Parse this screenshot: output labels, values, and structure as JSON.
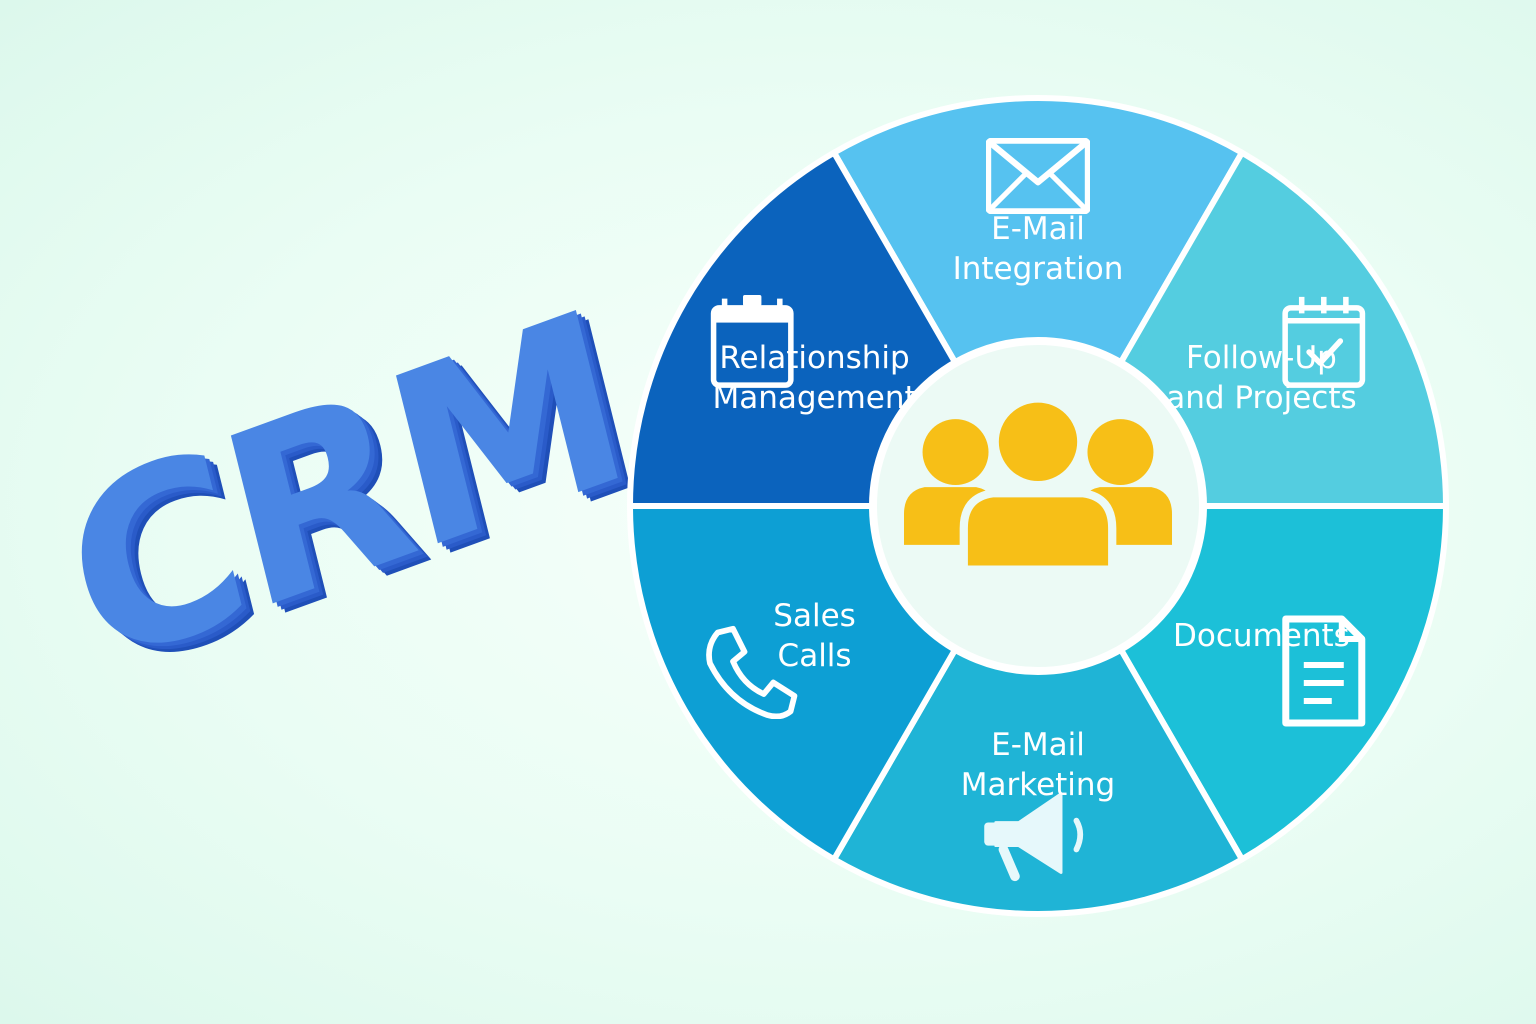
{
  "logo": {
    "text": "CRM",
    "colors": {
      "front": "#4a86e4",
      "side": "#2a5bc9",
      "highlight": "#6aa3f0"
    }
  },
  "wheel": {
    "hub_icon": "users-group-icon",
    "hub_icon_color": "#f7bf17",
    "segments": [
      {
        "id": "email-integration",
        "lines": [
          "E-Mail",
          "Integration"
        ],
        "icon": "envelope-icon",
        "color": "#56c2f0"
      },
      {
        "id": "follow-up",
        "lines": [
          "Follow-Up",
          "and Projects"
        ],
        "icon": "calendar-check-icon",
        "color": "#54cde0"
      },
      {
        "id": "documents",
        "lines": [
          "Documents"
        ],
        "icon": "document-icon",
        "color": "#1cc0d8"
      },
      {
        "id": "email-marketing",
        "lines": [
          "E-Mail",
          "Marketing"
        ],
        "icon": "megaphone-icon",
        "color": "#1fb4d6"
      },
      {
        "id": "sales-calls",
        "lines": [
          "Sales",
          "Calls"
        ],
        "icon": "phone-icon",
        "color": "#0d9fd4"
      },
      {
        "id": "relationship",
        "lines": [
          "Relationship",
          "Management"
        ],
        "icon": "calendar-icon",
        "color": "#0b63bd"
      }
    ]
  }
}
